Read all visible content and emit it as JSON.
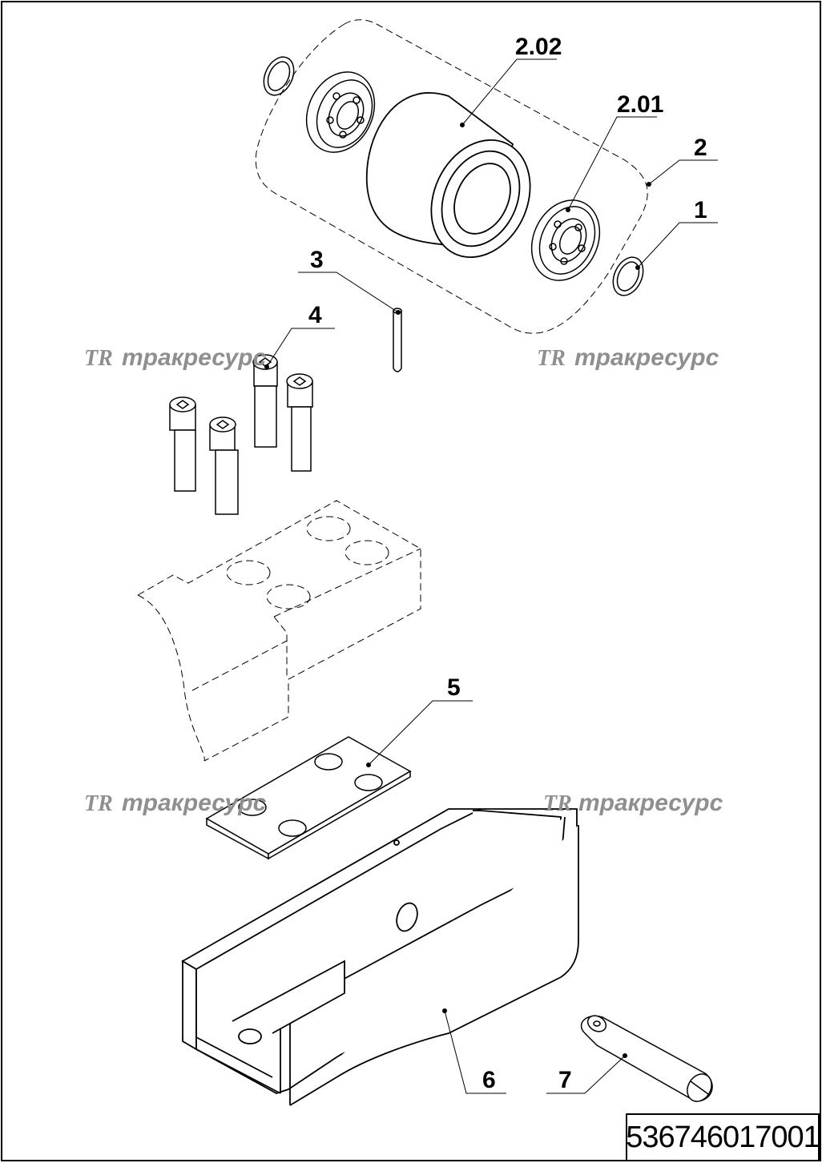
{
  "callouts": {
    "c1": "1",
    "c2": "2",
    "c2_01": "2.01",
    "c2_02": "2.02",
    "c3": "3",
    "c4": "4",
    "c5": "5",
    "c6": "6",
    "c7": "7"
  },
  "watermark": {
    "logo": "TR",
    "text": "тракресурс"
  },
  "document_number": "536746017001",
  "colors": {
    "line": "#000000",
    "watermark": "#8f8f8f",
    "background": "#ffffff"
  }
}
